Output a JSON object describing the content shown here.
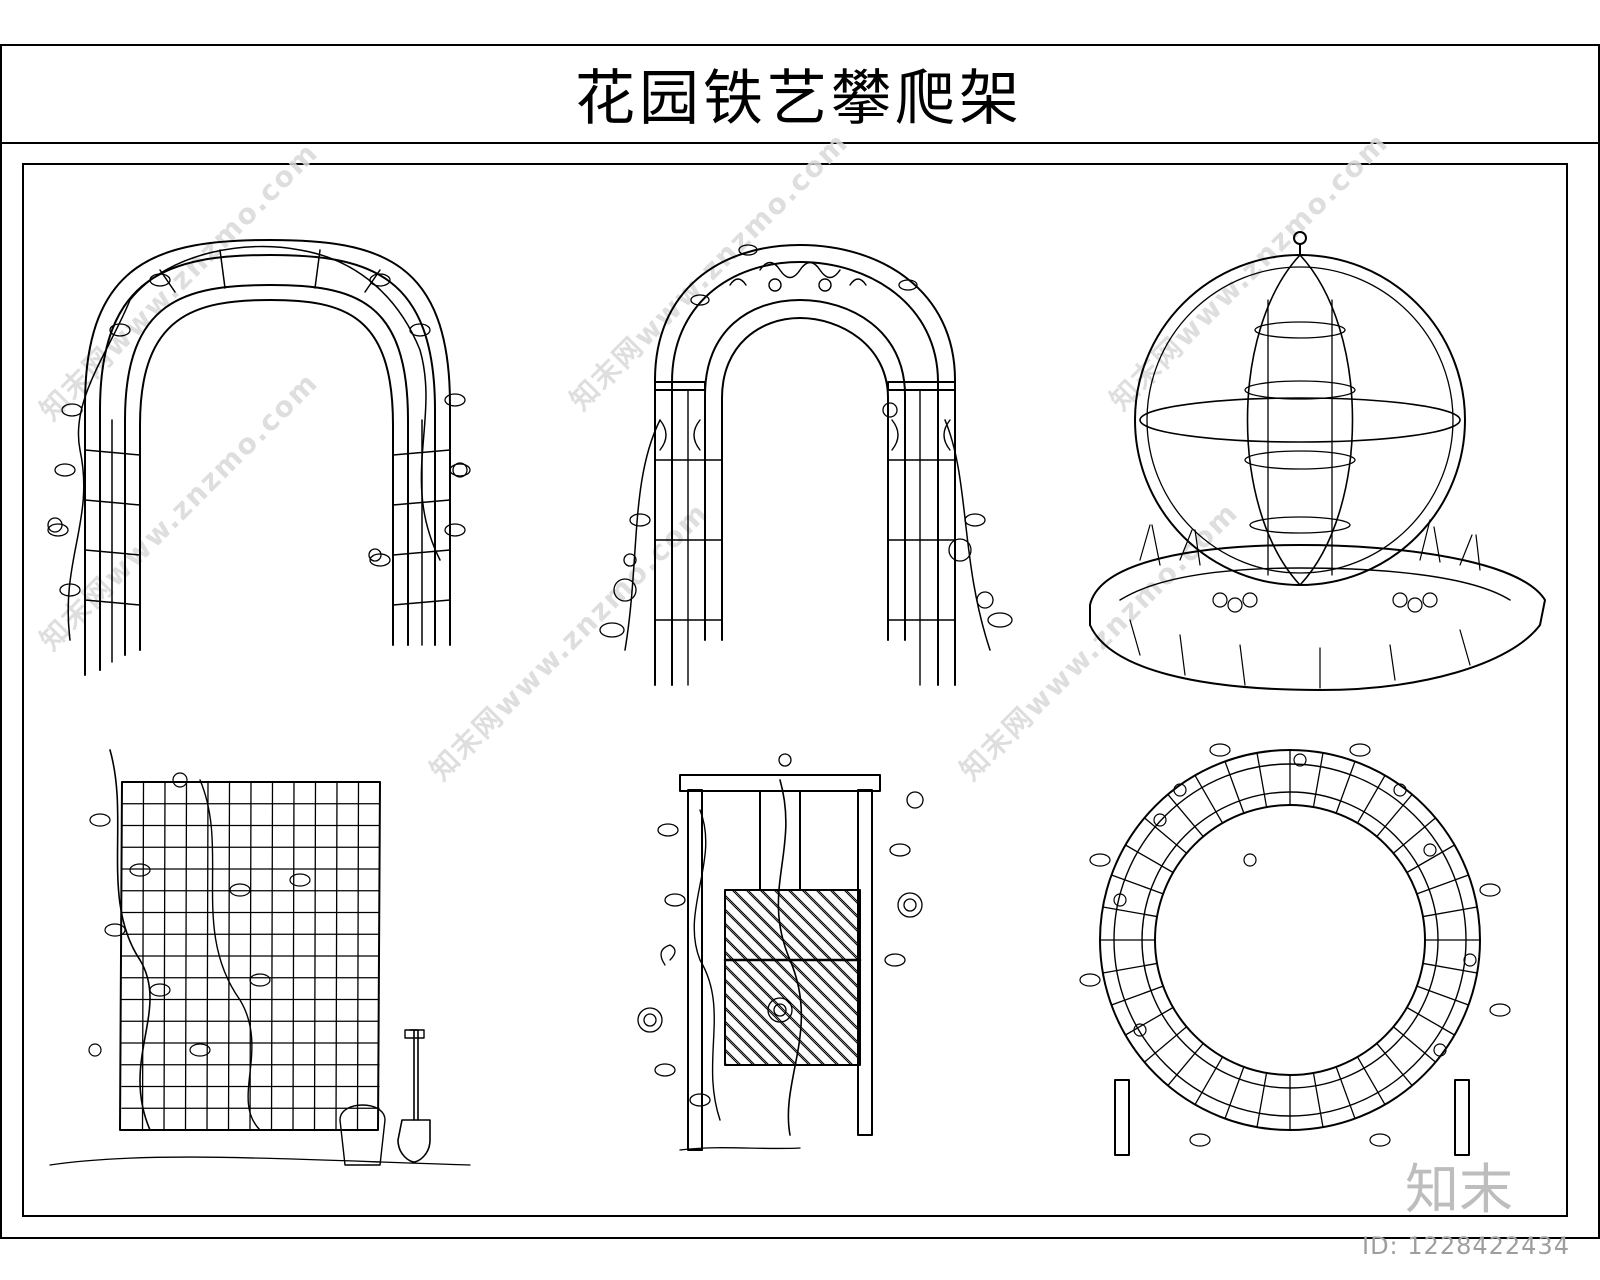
{
  "title": "花园铁艺攀爬架",
  "watermark_text": "知末网www.znzmo.com",
  "brand": "知末",
  "image_id": "ID: 1228422434",
  "colors": {
    "line": "#000000",
    "watermark": "#d9d9d9",
    "background": "#ffffff"
  }
}
